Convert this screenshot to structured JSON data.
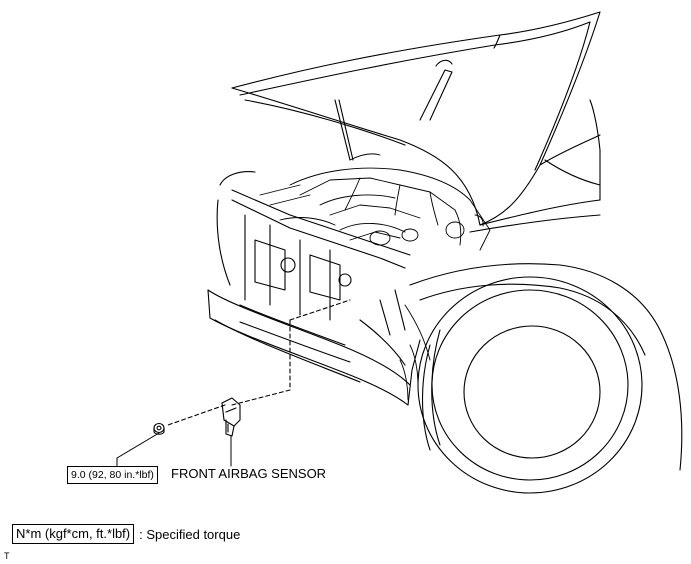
{
  "diagram": {
    "torque_value": "9.0 (92, 80 in.*lbf)",
    "part_label": "FRONT AIRBAG SENSOR",
    "legend": {
      "unit_box": "N*m (kgf*cm, ft.*lbf)",
      "description": ": Specified torque"
    },
    "corner_mark": "T"
  }
}
